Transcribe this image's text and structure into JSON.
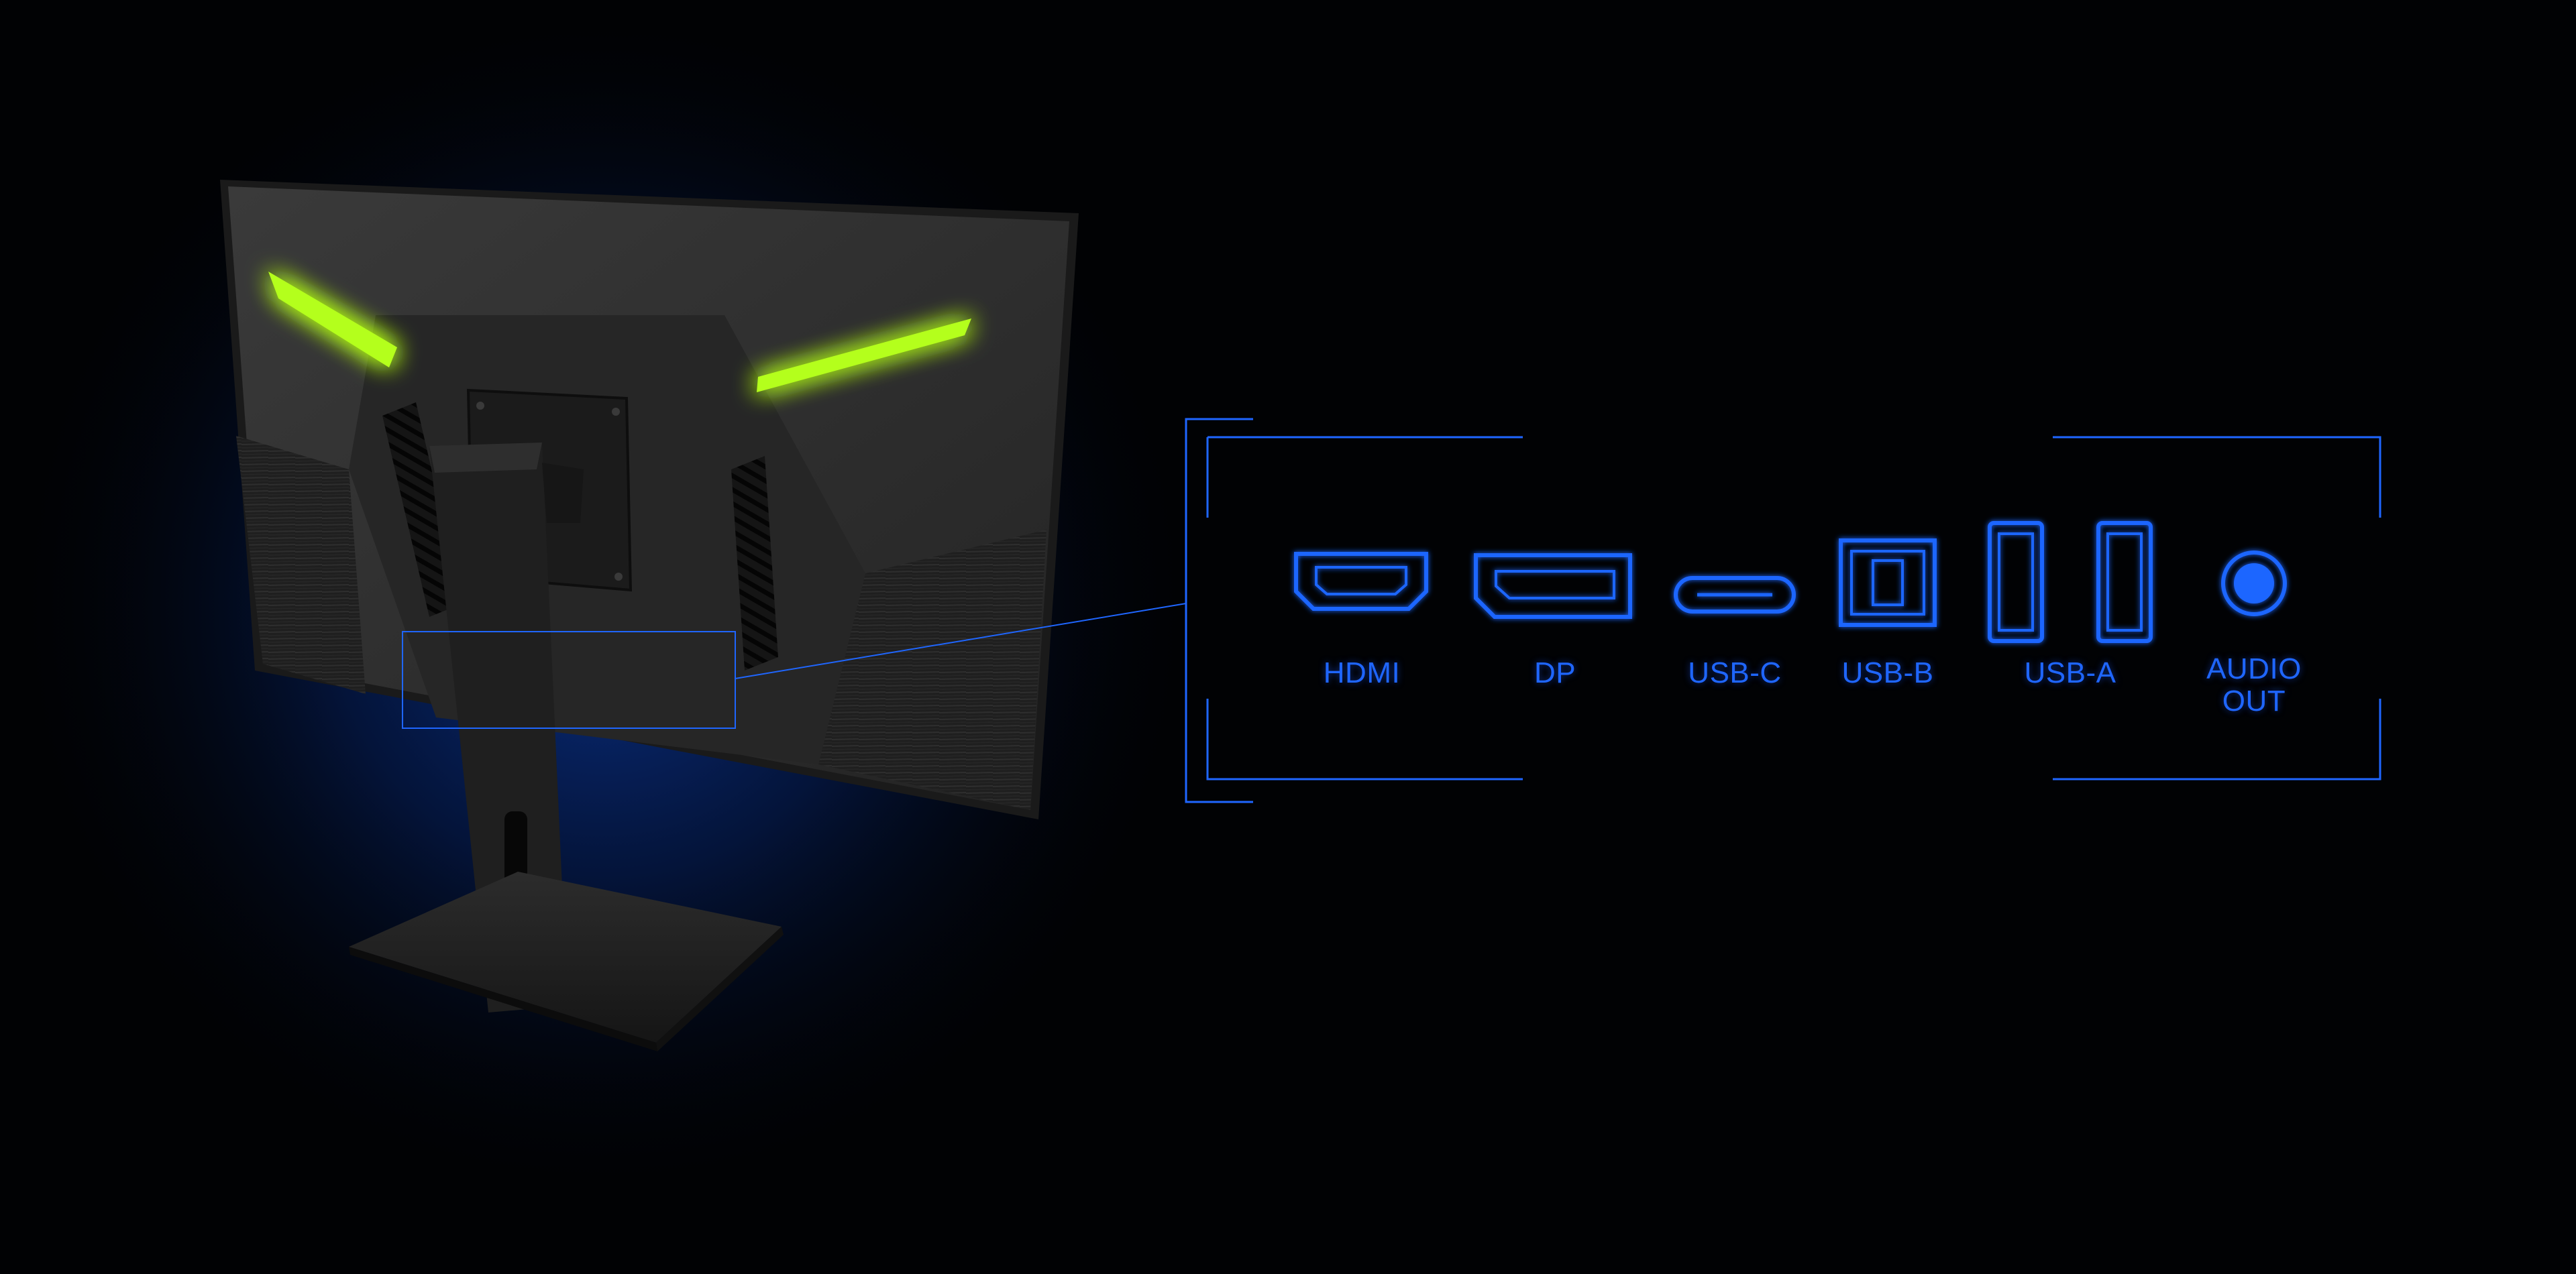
{
  "colors": {
    "background": "#010204",
    "backdrop_glow": "#0a2f7a",
    "accent_blue": "#1f66ff",
    "led_green": "#b4ff1e",
    "monitor_body": "#2b2b2b"
  },
  "ports": [
    {
      "key": "hdmi",
      "label": "HDMI",
      "icon": "hdmi-port-icon"
    },
    {
      "key": "dp",
      "label": "DP",
      "icon": "displayport-icon"
    },
    {
      "key": "usbc",
      "label": "USB-C",
      "icon": "usb-c-port-icon"
    },
    {
      "key": "usbb",
      "label": "USB-B",
      "icon": "usb-b-port-icon"
    },
    {
      "key": "usba",
      "label": "USB-A",
      "icon": "usb-a-port-icon"
    },
    {
      "key": "audio",
      "label": "AUDIO\nOUT",
      "icon": "audio-jack-icon"
    }
  ]
}
